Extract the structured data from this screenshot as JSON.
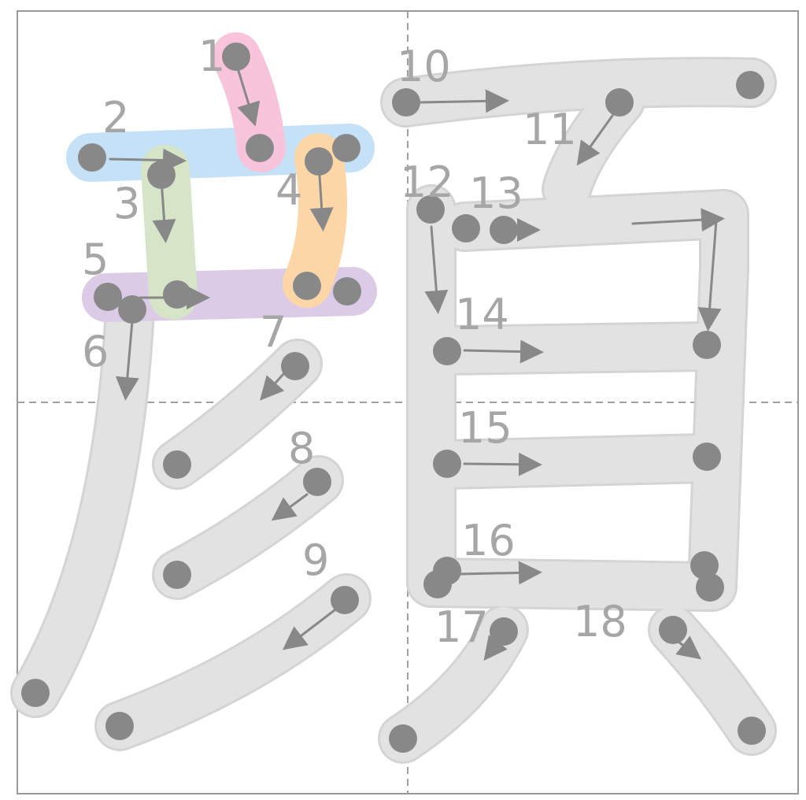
{
  "diagram": {
    "type": "kanji-stroke-order",
    "stroke_count": 18,
    "highlighted_strokes": [
      1,
      2,
      3,
      4,
      5
    ],
    "colors": {
      "background": "#ffffff",
      "frame": "#999999",
      "guide": "#a0a0a0",
      "stroke_gray": "#e2e2e2",
      "stroke_outline": "#d2d2d2",
      "marker": "#888888",
      "number_text": "#a6a6a6",
      "stroke_1": "#f7c4dc",
      "stroke_2": "#c4e1f7",
      "stroke_3": "#d6e5c8",
      "stroke_4": "#fdd6a8",
      "stroke_5": "#dccbe6"
    },
    "numbers": [
      "1",
      "2",
      "3",
      "4",
      "5",
      "6",
      "7",
      "8",
      "9",
      "10",
      "11",
      "12",
      "13",
      "14",
      "15",
      "16",
      "17",
      "18"
    ]
  }
}
